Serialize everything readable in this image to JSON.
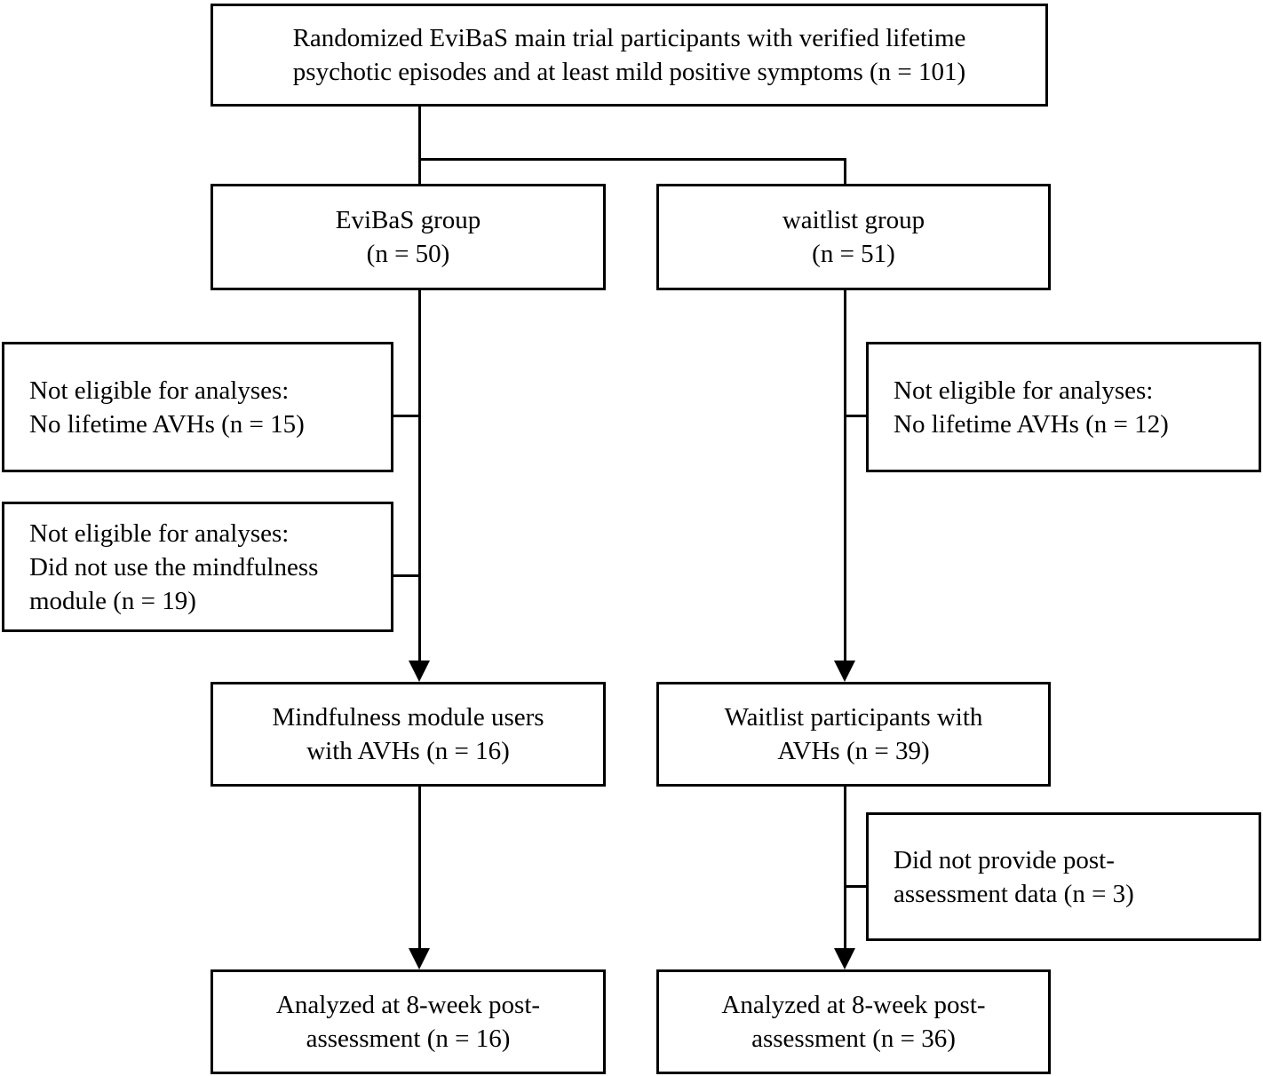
{
  "figure": {
    "type": "consort-flow-diagram",
    "background_color": "#ffffff",
    "border_color": "#000000",
    "text_color": "#000000"
  },
  "boxes": {
    "randomized": {
      "text": "Randomized EviBaS main trial participants with verified lifetime\npsychotic episodes and at least mild positive symptoms (n = 101)"
    },
    "evibas_group": {
      "text": "EviBaS group\n(n = 50)"
    },
    "waitlist_group": {
      "text": "waitlist group\n(n = 51)"
    },
    "excluded_left_no_avh": {
      "text": "Not eligible for analyses:\nNo lifetime AVHs (n = 15)"
    },
    "excluded_left_no_module": {
      "text": "Not eligible for analyses:\nDid not use the mindfulness\nmodule (n = 19)"
    },
    "excluded_right_no_avh": {
      "text": "Not eligible for analyses:\nNo lifetime AVHs (n = 12)"
    },
    "mindfulness_users": {
      "text": "Mindfulness module users\nwith AVHs (n = 16)"
    },
    "waitlist_participants_avh": {
      "text": "Waitlist participants with\nAVHs (n = 39)"
    },
    "excluded_right_no_post": {
      "text": "Did not provide post-\nassessment data (n = 3)"
    },
    "analyzed_left": {
      "text": "Analyzed at 8-week post-\nassessment (n = 16)"
    },
    "analyzed_right": {
      "text": "Analyzed at 8-week post-\nassessment (n = 36)"
    }
  }
}
